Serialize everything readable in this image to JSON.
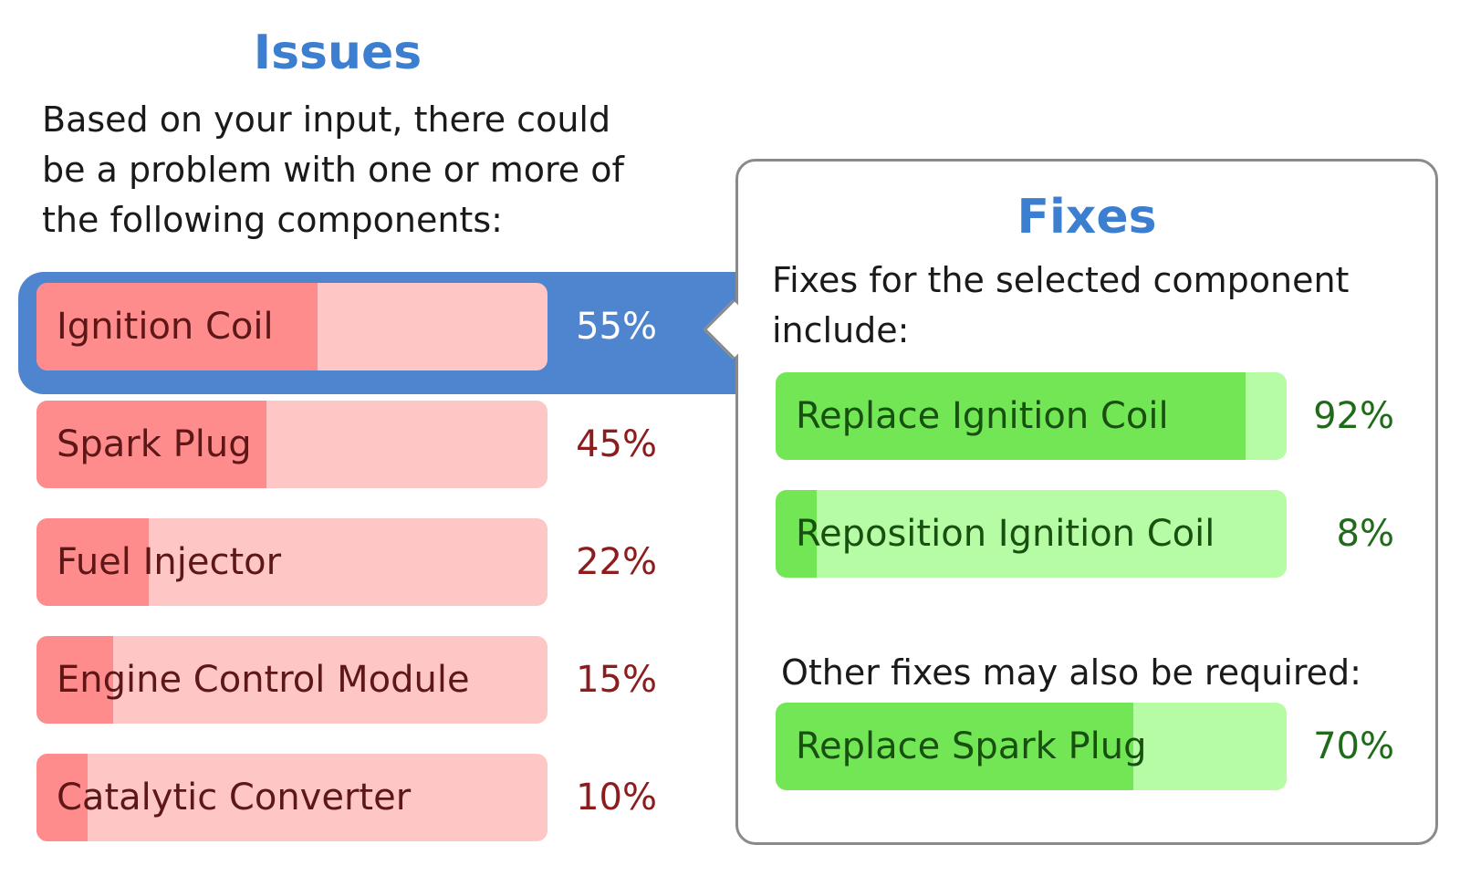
{
  "issues": {
    "title": "Issues",
    "intro": "Based on your input, there could be a problem with one or more of the following components:",
    "selected_index": 0,
    "items": [
      {
        "label": "Ignition Coil",
        "percent_text": "55%",
        "value": 55
      },
      {
        "label": "Spark Plug",
        "percent_text": "45%",
        "value": 45
      },
      {
        "label": "Fuel Injector",
        "percent_text": "22%",
        "value": 22
      },
      {
        "label": "Engine Control Module",
        "percent_text": "15%",
        "value": 15
      },
      {
        "label": "Catalytic Converter",
        "percent_text": "10%",
        "value": 10
      }
    ]
  },
  "fixes": {
    "title": "Fixes",
    "intro": "Fixes for the selected component include:",
    "items": [
      {
        "label": "Replace Ignition Coil",
        "percent_text": "92%",
        "value": 92
      },
      {
        "label": "Reposition Ignition Coil",
        "percent_text": "8%",
        "value": 8
      }
    ],
    "other_intro": "Other fixes may also be required:",
    "other_items": [
      {
        "label": "Replace Spark Plug",
        "percent_text": "70%",
        "value": 70
      }
    ]
  },
  "colors": {
    "title_blue": "#3c7fd0",
    "selected_band": "#4f84cf",
    "issue_bar_bg": "#ffc6c6",
    "issue_bar_fill": "#ff8c8c",
    "issue_text": "#5e1717",
    "fix_bar_bg": "#b6fca4",
    "fix_bar_fill": "#72e655",
    "fix_text": "#17500f"
  }
}
